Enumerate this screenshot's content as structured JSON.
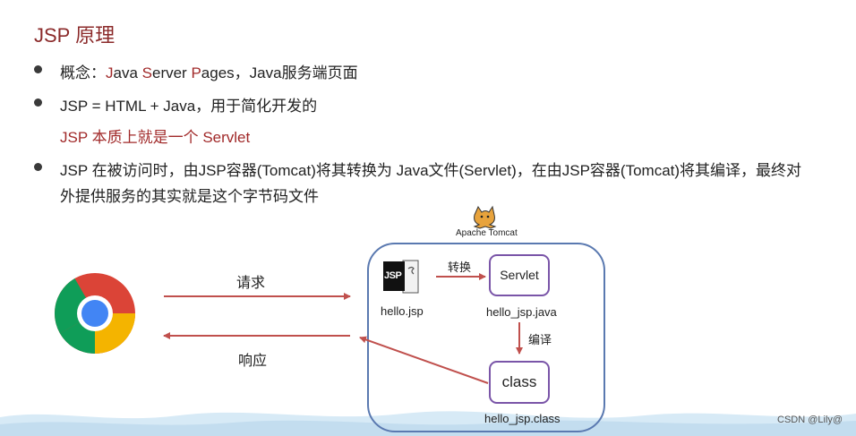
{
  "title": "JSP 原理",
  "bullets": {
    "b1_prefix": "概念：",
    "b1_J": "J",
    "b1_ava": "ava ",
    "b1_S": "S",
    "b1_erver": "erver ",
    "b1_P": "P",
    "b1_rest": "ages，Java服务端页面",
    "b2": "JSP = HTML + Java，用于简化开发的",
    "b2_note": "JSP 本质上就是一个 Servlet",
    "b3_line1": "JSP 在被访问时，由JSP容器(Tomcat)将其转换为 Java文件(Servlet)，在由JSP容器(Tomcat)将其编译，最终对",
    "b3_line2": "外提供服务的其实就是这个字节码文件"
  },
  "diagram": {
    "tomcat_label": "Apache Tomcat",
    "request_label": "请求",
    "response_label": "响应",
    "jsp_icon_text": "JSP",
    "hello_jsp": "hello.jsp",
    "convert_label": "转换",
    "servlet_box": "Servlet",
    "hello_jsp_java": "hello_jsp.java",
    "compile_label": "编译",
    "class_box": "class",
    "hello_jsp_class": "hello_jsp.class"
  },
  "watermark": "CSDN @Lily@",
  "colors": {
    "title": "#8b2a2a",
    "accent_red": "#a12a2a",
    "arrow": "#c0504d",
    "container_border": "#5a79b0",
    "box_border": "#7a55a8",
    "wave": "#cde4f3"
  }
}
